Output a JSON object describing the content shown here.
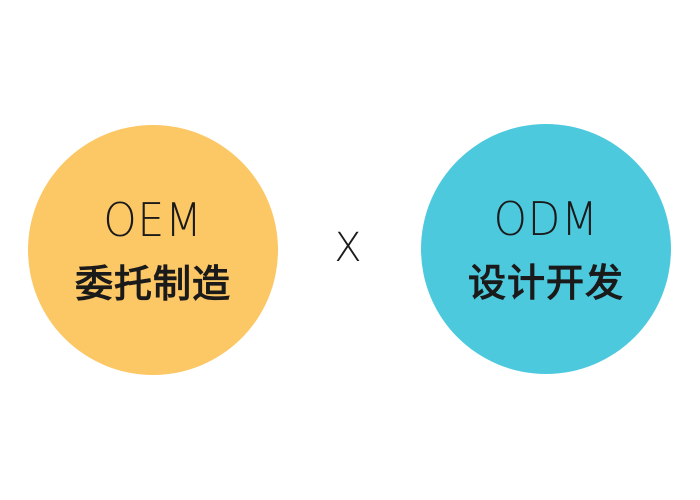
{
  "left_circle": {
    "acronym": "OEM",
    "subtitle": "委托制造",
    "color": "#FCC765"
  },
  "right_circle": {
    "acronym": "ODM",
    "subtitle": "设计开发",
    "color": "#4DC9DE"
  },
  "connector": {
    "symbol": "X"
  },
  "colors": {
    "background": "#FFFFFF",
    "text": "#1A1A1A"
  }
}
